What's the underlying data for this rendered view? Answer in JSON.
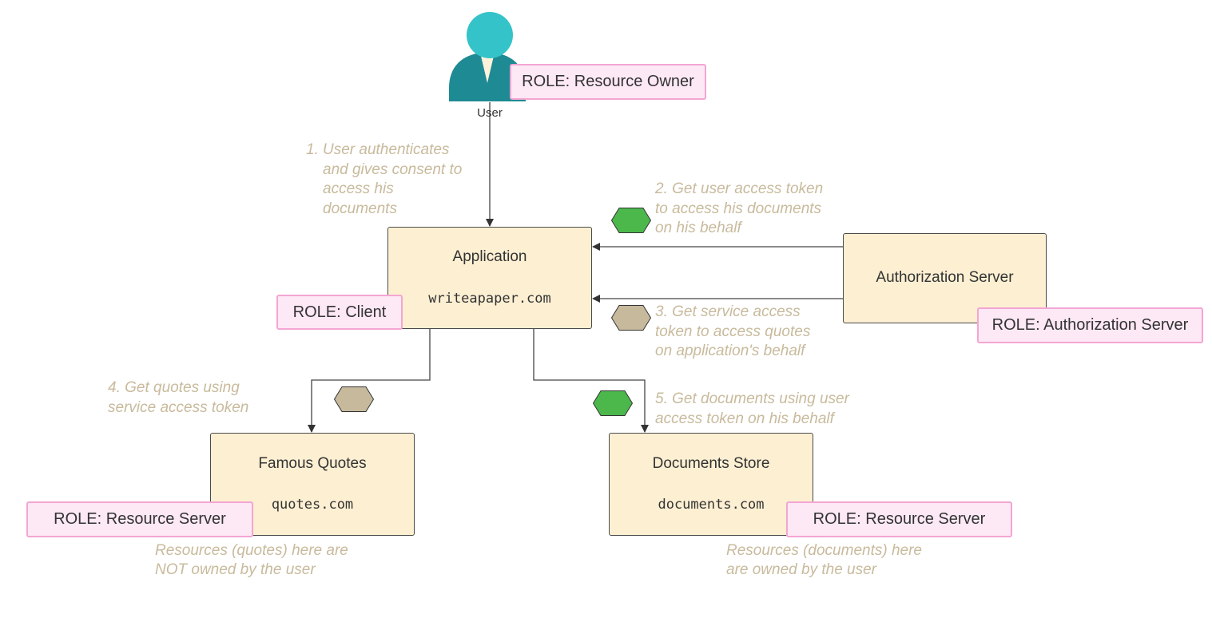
{
  "nodes": {
    "user": {
      "label": "User"
    },
    "application": {
      "title": "Application",
      "domain": "writeapaper.com"
    },
    "authorization_server": {
      "title": "Authorization Server"
    },
    "famous_quotes": {
      "title": "Famous Quotes",
      "domain": "quotes.com"
    },
    "documents_store": {
      "title": "Documents Store",
      "domain": "documents.com"
    }
  },
  "roles": {
    "resource_owner": "ROLE: Resource Owner",
    "client": "ROLE: Client",
    "authorization_server": "ROLE: Authorization Server",
    "resource_server_quotes": "ROLE: Resource Server",
    "resource_server_documents": "ROLE: Resource Server"
  },
  "steps": [
    {
      "number": "1.",
      "lines": [
        "User authenticates",
        "and gives consent to",
        "access his",
        "documents"
      ]
    },
    {
      "number": "2.",
      "lines": [
        "Get user access token",
        "to access his documents",
        "on his behalf"
      ]
    },
    {
      "number": "3.",
      "lines": [
        "Get service access",
        "token to access quotes",
        "on application's behalf"
      ]
    },
    {
      "number": "4.",
      "lines": [
        "Get quotes using",
        "service access token"
      ]
    },
    {
      "number": "5.",
      "lines": [
        "Get documents using user",
        "access token on his behalf"
      ]
    }
  ],
  "captions": {
    "quotes": [
      "Resources (quotes) here are",
      "NOT owned by the user"
    ],
    "documents": [
      "Resources (documents) here",
      "are owned by the user"
    ]
  },
  "token_kinds": {
    "user_token_color": "#4cb84c",
    "service_token_color": "#c6b99c"
  },
  "colors": {
    "box_fill": "#fdefd2",
    "role_fill": "#fde8f5",
    "role_border": "#f3a6d2",
    "note_text": "#c8ba9c",
    "user_figure": "#2aa8b0"
  },
  "icons": [
    "user-person-icon"
  ]
}
